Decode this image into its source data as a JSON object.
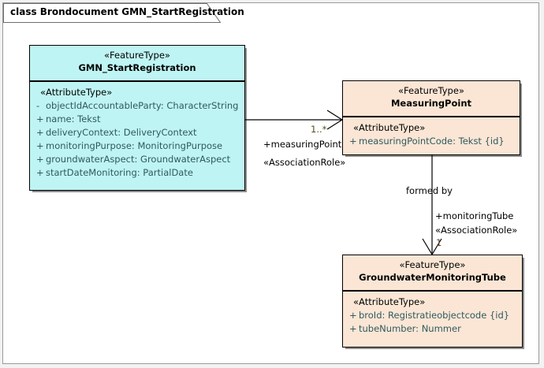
{
  "diagram": {
    "title": "class Brondocument GMN_StartRegistration",
    "frame_background": "#ffffff",
    "page_background": "#f2f2f2"
  },
  "classes": [
    {
      "id": "gmn-startregistration",
      "stereotype": "«FeatureType»",
      "name": "GMN_StartRegistration",
      "fill": "#bff4f4",
      "compartment_stereotype": "«AttributeType»",
      "attributes": [
        {
          "visibility": "-",
          "signature": "objectIdAccountableParty: CharacterString"
        },
        {
          "visibility": "+",
          "signature": "name: Tekst"
        },
        {
          "visibility": "+",
          "signature": "deliveryContext: DeliveryContext"
        },
        {
          "visibility": "+",
          "signature": "monitoringPurpose: MonitoringPurpose"
        },
        {
          "visibility": "+",
          "signature": "groundwaterAspect: GroundwaterAspect"
        },
        {
          "visibility": "+",
          "signature": "startDateMonitoring: PartialDate"
        }
      ]
    },
    {
      "id": "measuringpoint",
      "stereotype": "«FeatureType»",
      "name": "MeasuringPoint",
      "fill": "#fbe6d5",
      "compartment_stereotype": "«AttributeType»",
      "attributes": [
        {
          "visibility": "+",
          "signature": "measuringPointCode: Tekst {id}"
        }
      ]
    },
    {
      "id": "groundwatermonitoringtube",
      "stereotype": "«FeatureType»",
      "name": "GroundwaterMonitoringTube",
      "fill": "#fbe6d5",
      "compartment_stereotype": "«AttributeType»",
      "attributes": [
        {
          "visibility": "+",
          "signature": "broId: Registratieobjectcode {id}"
        },
        {
          "visibility": "+",
          "signature": "tubeNumber: Nummer"
        }
      ]
    }
  ],
  "connectors": [
    {
      "id": "gmn-to-measuringpoint",
      "source": "gmn-startregistration",
      "target": "measuringpoint",
      "multiplicity": "1..*",
      "role": "+measuringPoint",
      "role_stereotype": "«AssociationRole»"
    },
    {
      "id": "measuringpoint-to-tube",
      "source": "measuringpoint",
      "target": "groundwatermonitoringtube",
      "name": "formed by",
      "multiplicity": "1",
      "role": "+monitoringTube",
      "role_stereotype": "«AssociationRole»"
    }
  ]
}
